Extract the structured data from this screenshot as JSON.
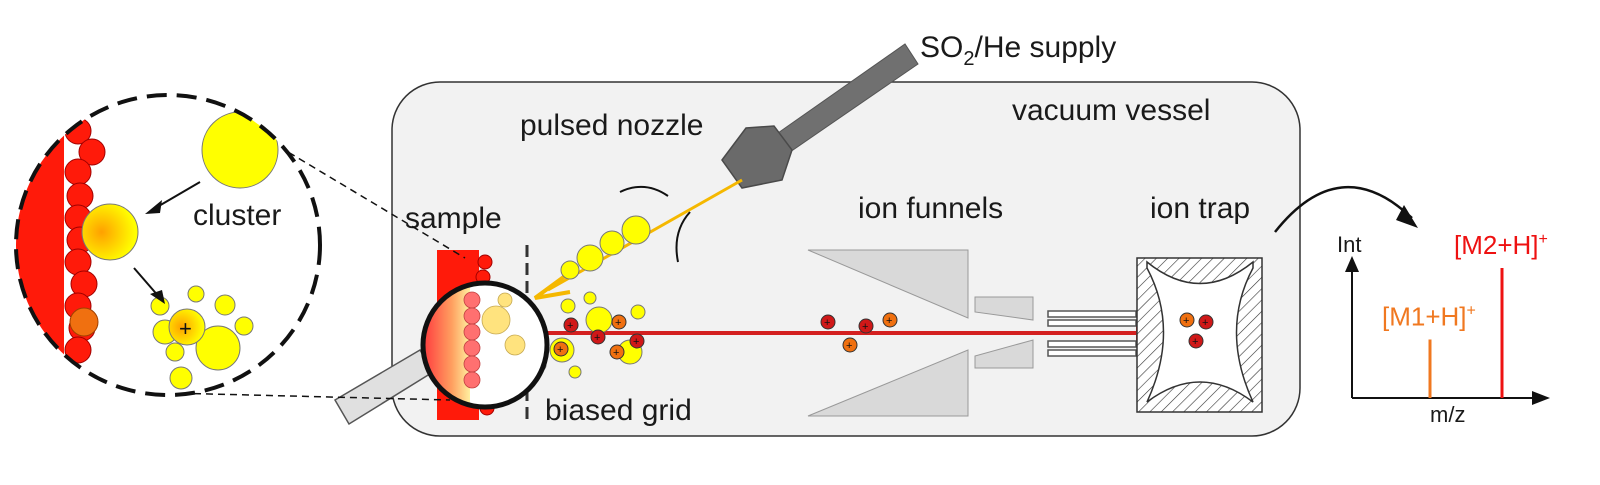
{
  "labels": {
    "supply_main": "SO",
    "supply_sub": "2",
    "supply_rest": "/He supply",
    "pulsed_nozzle": "pulsed nozzle",
    "vacuum_vessel": "vacuum vessel",
    "cluster": "cluster",
    "sample": "sample",
    "ion_funnels": "ion funnels",
    "ion_trap": "ion trap",
    "biased_grid": "biased grid"
  },
  "ion_symbol": "+",
  "spectrum": {
    "y_axis_label": "Int",
    "x_axis_label": "m/z",
    "peaks": [
      {
        "label_main": "[M1+H]",
        "label_sup": "+",
        "color": "#f07820",
        "height": 0.45
      },
      {
        "label_main": "[M2+H]",
        "label_sup": "+",
        "color": "#ee1111",
        "height": 1.0
      }
    ]
  },
  "colors": {
    "sample_red": "#ff1a0a",
    "cluster_yellow": "#ffff00",
    "beam_red": "#d42020",
    "jet_yellow": "#f5b800",
    "ion_dark_red": "#d01818",
    "ion_orange": "#f07010",
    "vessel_fill": "#f2f2f2",
    "funnel_fill": "#d9d9d9",
    "nozzle_gray": "#707070"
  }
}
